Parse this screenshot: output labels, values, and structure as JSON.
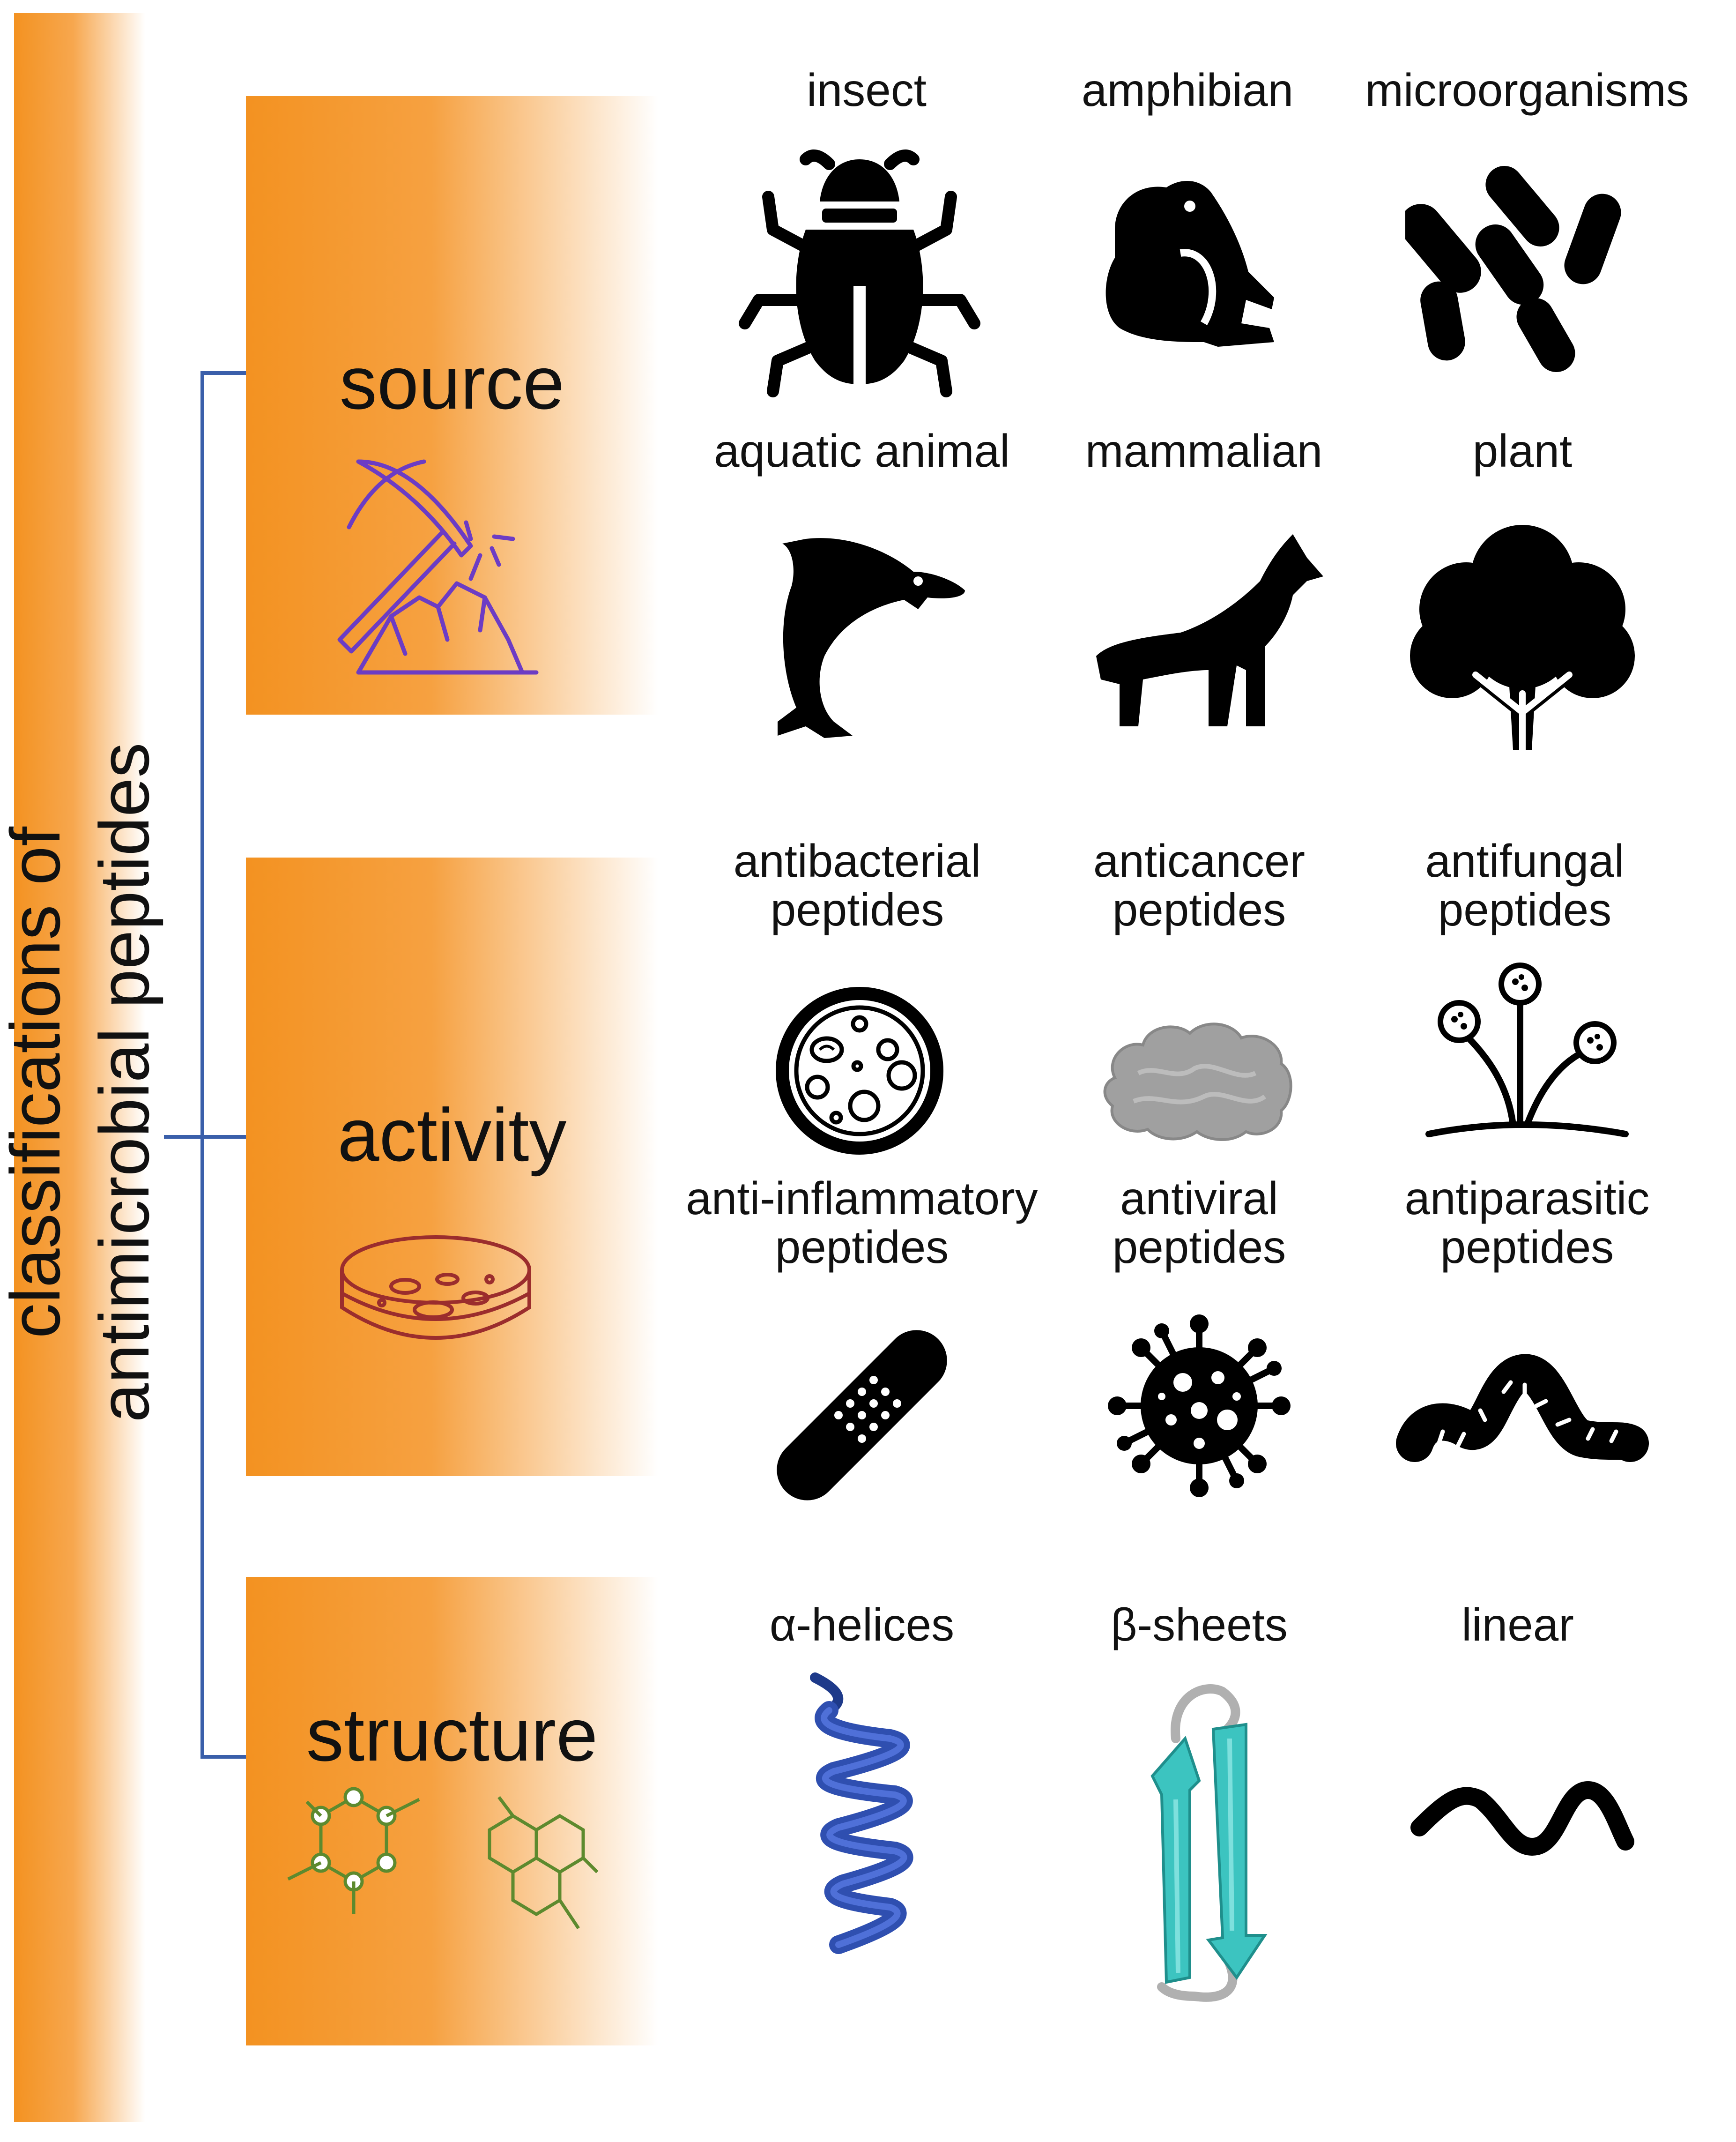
{
  "title": {
    "line1": "classifications of",
    "line2": "antimicrobial peptides"
  },
  "categories": {
    "source": "source",
    "activity": "activity",
    "structure": "structure"
  },
  "source_items": {
    "insect": "insect",
    "amphibian": "amphibian",
    "microorganisms": "microorganisms",
    "aquatic_animal": "aquatic animal",
    "mammalian": "mammalian",
    "plant": "plant"
  },
  "activity_items": {
    "antibacterial": [
      "antibacterial",
      "peptides"
    ],
    "anticancer": [
      "anticancer",
      "peptides"
    ],
    "antifungal": [
      "antifungal",
      "peptides"
    ],
    "anti_inflammatory": [
      "anti-inflammatory",
      "peptides"
    ],
    "antiviral": [
      "antiviral",
      "peptides"
    ],
    "antiparasitic": [
      "antiparasitic",
      "peptides"
    ]
  },
  "structure_items": {
    "alpha": "α-helices",
    "beta": "β-sheets",
    "linear": "linear"
  },
  "colors": {
    "orange": "#f39221",
    "bracket": "#3a5faa",
    "pickaxe": "#6c3cc4",
    "petri": "#9b2d2d",
    "molecule": "#5d8a2e",
    "helix": "#2f4fb0",
    "sheet": "#3cc4c0"
  }
}
